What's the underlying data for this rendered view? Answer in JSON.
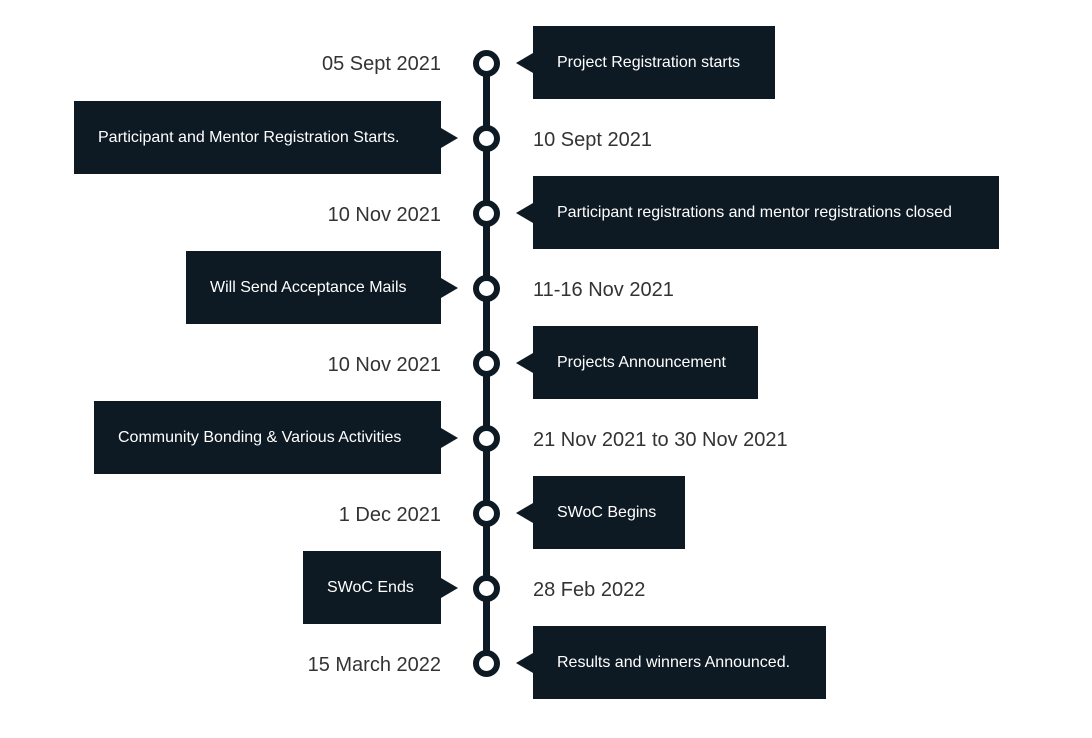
{
  "colors": {
    "dark": "#0e1a23",
    "date_text": "#333333",
    "background": "#ffffff"
  },
  "events": [
    {
      "date": "05 Sept 2021",
      "label": "Project Registration starts"
    },
    {
      "date": "10 Sept 2021",
      "label": "Participant and Mentor Registration Starts."
    },
    {
      "date": "10 Nov 2021",
      "label": "Participant registrations and mentor registrations closed"
    },
    {
      "date": "11-16 Nov 2021",
      "label": "Will Send Acceptance Mails"
    },
    {
      "date": "10 Nov 2021",
      "label": "Projects Announcement"
    },
    {
      "date": "21 Nov 2021 to 30 Nov 2021",
      "label": "Community Bonding & Various Activities"
    },
    {
      "date": "1 Dec 2021",
      "label": "SWoC Begins"
    },
    {
      "date": "28 Feb 2022",
      "label": "SWoC Ends"
    },
    {
      "date": "15 March 2022",
      "label": "Results and winners Announced."
    }
  ]
}
